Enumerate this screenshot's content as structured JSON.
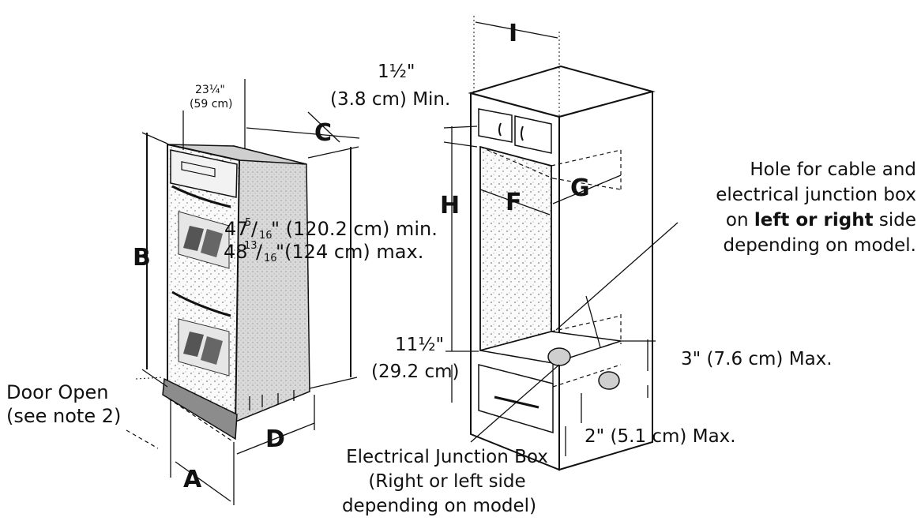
{
  "labels": {
    "A": "A",
    "B": "B",
    "C": "C",
    "D": "D",
    "F": "F",
    "G": "G",
    "H": "H",
    "I": "I"
  },
  "oven": {
    "width_top": "23¼\"",
    "width_top_cm": "(59 cm)",
    "height_min_whole": "47",
    "height_min_num": "5",
    "height_min_den": "16",
    "height_min_rest": "\" (120.2 cm) min.",
    "height_max_whole": "48",
    "height_max_num": "13",
    "height_max_den": "16",
    "height_max_rest": "\"(124 cm) max.",
    "door_open_line1": "Door Open",
    "door_open_line2": "(see note 2)"
  },
  "cabinet": {
    "top_gap_line1": "1½\"",
    "top_gap_line2": "(3.8 cm) Min.",
    "bottom_gap_line1": "11½\"",
    "bottom_gap_line2": "(29.2 cm)",
    "hole_line1": "Hole for cable and",
    "hole_line2": "electrical junction box",
    "hole_line3_pre": "on ",
    "hole_line3_bold": "left or right",
    "hole_line3_post": " side",
    "hole_line4": "depending on model.",
    "max3": "3\" (7.6 cm) Max.",
    "max2": "2\" (5.1 cm) Max.",
    "junction_line1": "Electrical Junction Box",
    "junction_line2": "(Right or left side",
    "junction_line3": "depending on model)"
  }
}
